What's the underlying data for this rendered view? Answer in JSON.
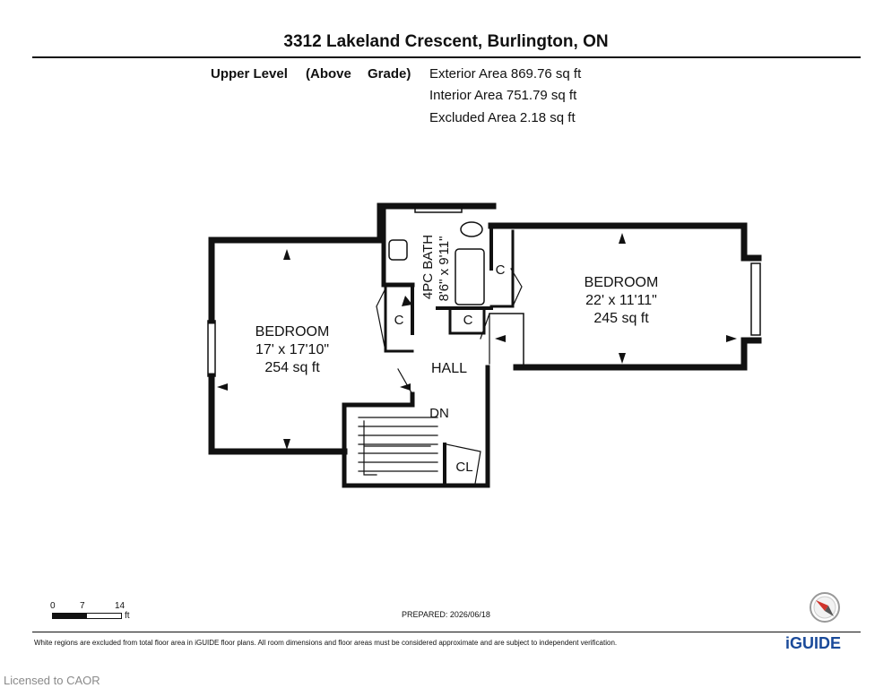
{
  "header": {
    "title": "3312 Lakeland Crescent, Burlington, ON",
    "level_name": "Upper Level",
    "level_sub_1": "(Above",
    "level_sub_2": "Grade)",
    "exterior_area": "Exterior Area 869.76 sq ft",
    "interior_area": "Interior Area 751.79 sq ft",
    "excluded_area": "Excluded Area 2.18 sq ft"
  },
  "rooms": {
    "bedroom_left": {
      "name": "BEDROOM",
      "dims": "17' x 17'10\"",
      "area": "254 sq ft"
    },
    "bedroom_right": {
      "name": "BEDROOM",
      "dims": "22' x 11'11\"",
      "area": "245 sq ft"
    },
    "bath": {
      "name": "4PC BATH",
      "dims": "8'6\" x 9'11\""
    },
    "hall": {
      "name": "HALL"
    },
    "closet_c": "C",
    "closet_cl": "CL",
    "stairs_down": "DN"
  },
  "footer": {
    "scale_labels": [
      "0",
      "7",
      "14"
    ],
    "scale_unit": "ft",
    "prepared": "PREPARED: 2026/06/18",
    "disclaimer": "White regions are excluded from total floor area in iGUIDE floor plans. All room dimensions and floor areas must be considered approximate and are subject to independent verification.",
    "brand": "iGUIDE",
    "watermark": "Licensed to CAOR"
  }
}
